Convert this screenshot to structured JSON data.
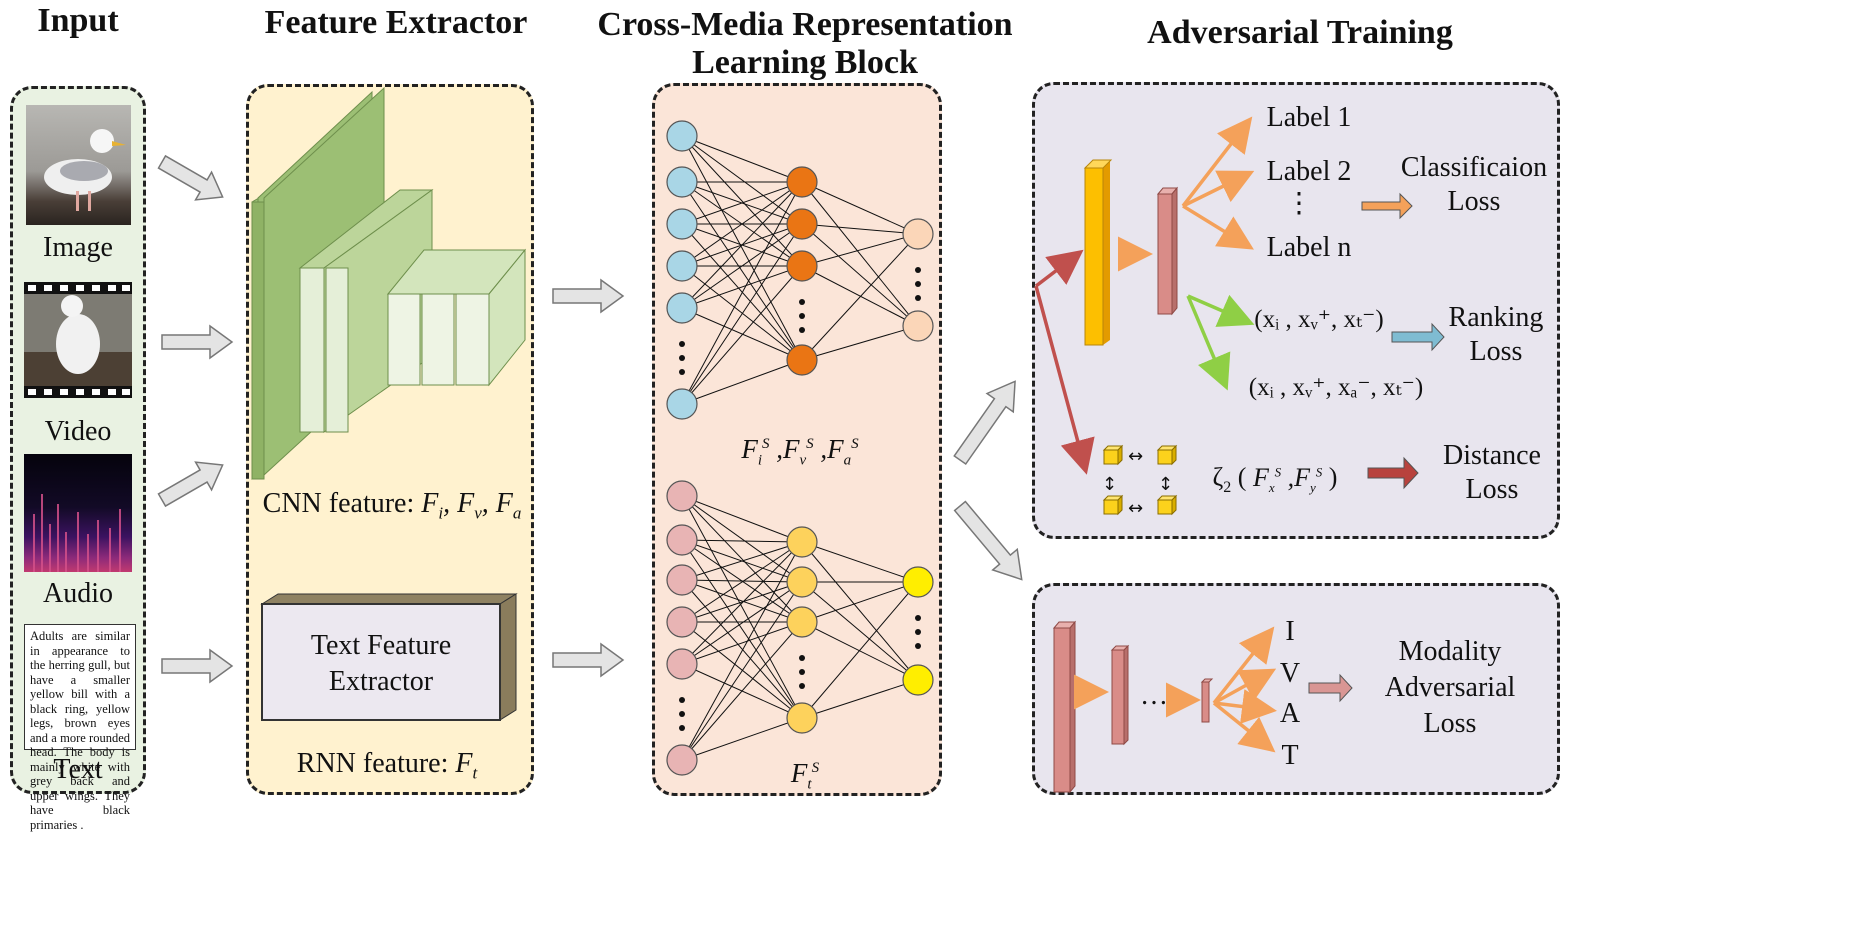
{
  "titles": {
    "input": "Input",
    "feature_extractor": "Feature Extractor",
    "cross_media_line1": "Cross-Media Representation",
    "cross_media_line2": "Learning Block",
    "adversarial": "Adversarial Training"
  },
  "inputs": {
    "image_label": "Image",
    "video_label": "Video",
    "audio_label": "Audio",
    "text_label": "Text",
    "text_sample": "Adults are similar in appearance to the herring gull, but have a smaller yellow bill with a black ring, yellow legs, brown eyes and a more rounded head. The body is mainly white with grey back and upper wings. They have black primaries ."
  },
  "feature_extractor": {
    "cnn_prefix": "CNN feature: ",
    "cnn_vars": "F_i, F_v, F_a",
    "text_box_line1": "Text Feature",
    "text_box_line2": "Extractor",
    "rnn_prefix": "RNN feature: ",
    "rnn_var": "F_t"
  },
  "cross_media": {
    "upper_caption": "F_i^S ,F_v^S ,F_a^S",
    "lower_caption": "F_t^S"
  },
  "adversarial": {
    "labels": [
      "Label 1",
      "Label 2",
      "⋮",
      "Label n"
    ],
    "classification_line1": "Classificaion",
    "classification_line2": "Loss",
    "triplet1": "(xᵢ , xᵥ⁺, xₜ⁻)",
    "triplet2": "(xᵢ , xᵥ⁺, xₐ⁻, xₜ⁻)",
    "ranking_line1": "Ranking",
    "ranking_line2": "Loss",
    "zeta_expr": "ζ₂ ( F_x^S ,F_y^S )",
    "distance_line1": "Distance",
    "distance_line2": "Loss",
    "dots": "…",
    "modalities": [
      "I",
      "V",
      "A",
      "T"
    ],
    "modality_line1": "Modality",
    "modality_line2": "Adversarial",
    "modality_line3": "Loss"
  },
  "colors": {
    "input_bg": "#e9f2e2",
    "extractor_bg": "#fff2cf",
    "cross_bg": "#fbe5d8",
    "adv_bg": "#e8e5ee",
    "green_dark": "#9cbf74",
    "green_light": "#e5efd8",
    "node_blue": "#a9d6e6",
    "node_orange": "#ea7514",
    "node_peach": "#fbd6b8",
    "node_pink": "#e8b4b4",
    "node_gold": "#fdd25c",
    "node_yellow": "#ffee00",
    "bar_gold": "#fdbf00",
    "bar_pink": "#d98c88",
    "arrow_orange": "#f4a15a",
    "arrow_green": "#8fcf45",
    "arrow_red": "#c0504d",
    "arrow_blue": "#7fbcd2",
    "arrow_dark_red": "#b8423d",
    "arrow_pink": "#d99694"
  }
}
